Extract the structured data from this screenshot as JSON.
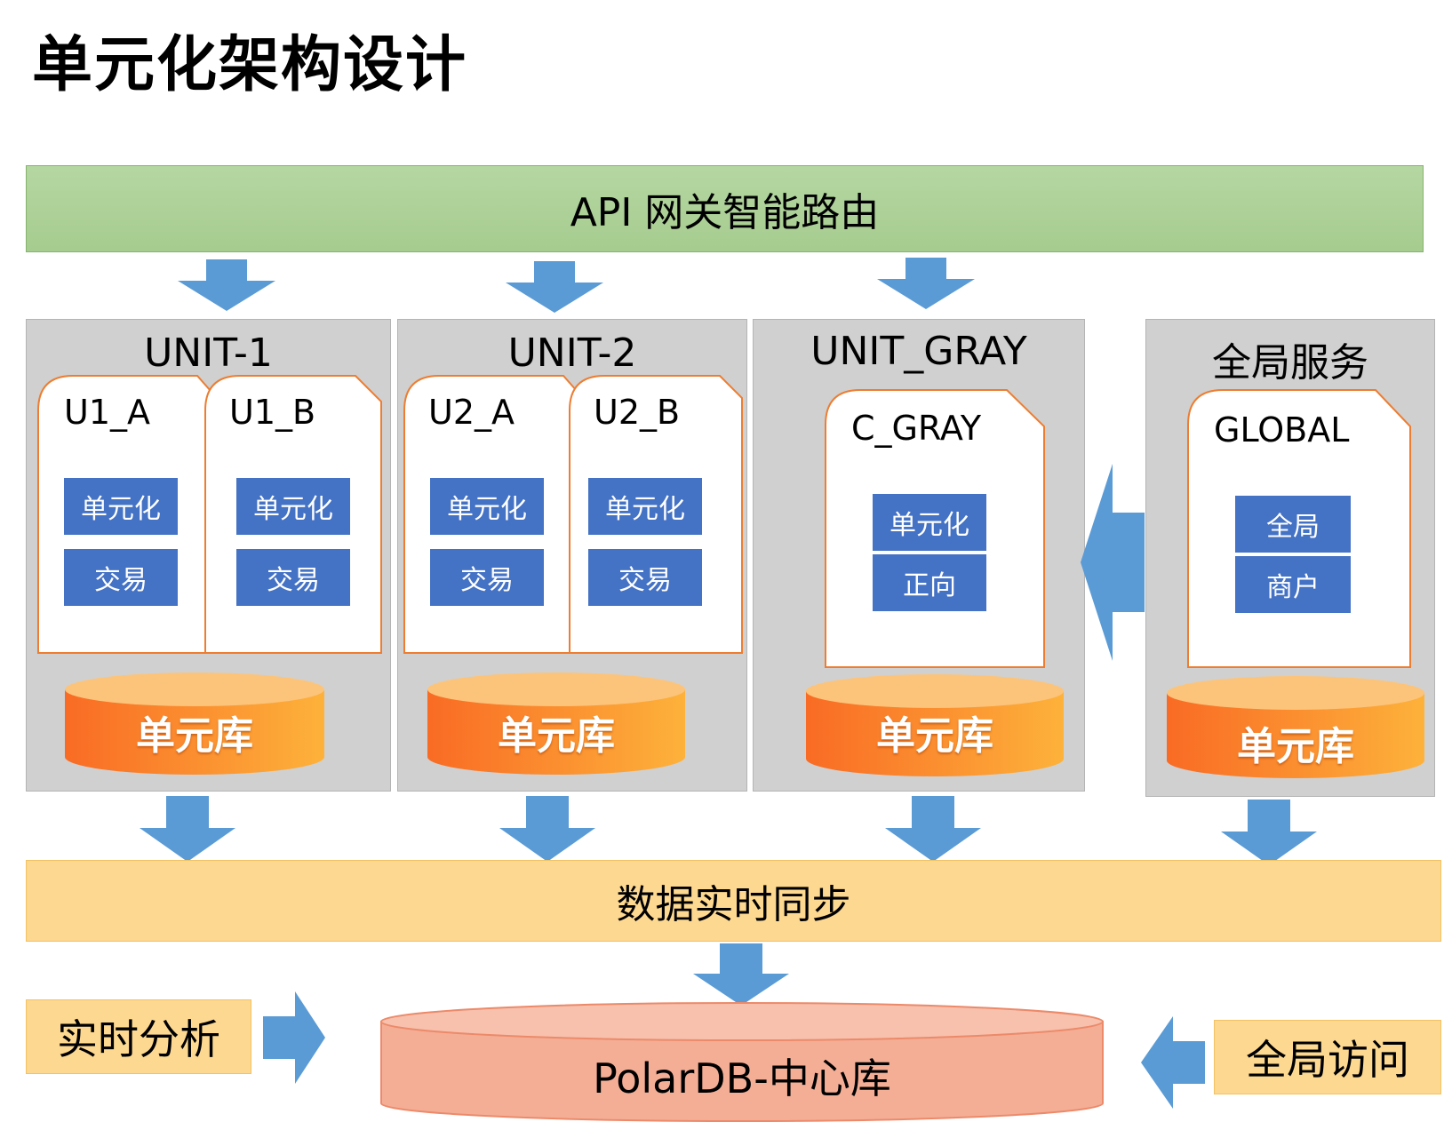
{
  "title": "单元化架构设计",
  "gateway_label": "API 网关智能路由",
  "sync_label": "数据实时同步",
  "units": [
    {
      "label": "UNIT-1",
      "docs": [
        {
          "label": "U1_A",
          "buttons": [
            "单元化",
            "交易"
          ]
        },
        {
          "label": "U1_B",
          "buttons": [
            "单元化",
            "交易"
          ]
        }
      ],
      "db_label": "单元库"
    },
    {
      "label": "UNIT-2",
      "docs": [
        {
          "label": "U2_A",
          "buttons": [
            "单元化",
            "交易"
          ]
        },
        {
          "label": "U2_B",
          "buttons": [
            "单元化",
            "交易"
          ]
        }
      ],
      "db_label": "单元库"
    },
    {
      "label": "UNIT_GRAY",
      "docs": [
        {
          "label": "C_GRAY",
          "buttons": [
            "单元化",
            "正向"
          ]
        }
      ],
      "db_label": "单元库"
    },
    {
      "label": "全局服务",
      "docs": [
        {
          "label": "GLOBAL",
          "buttons": [
            "全局",
            "商户"
          ]
        }
      ],
      "db_label": "单元库"
    }
  ],
  "central_db_label": "PolarDB-中心库",
  "analytics_label": "实时分析",
  "global_access_label": "全局访问",
  "colors": {
    "gateway": "#a9cf93",
    "unit_bg": "#d0d0d0",
    "doc_border": "#ed7d31",
    "blue_box": "#4472c4",
    "arrow": "#5b9bd5",
    "cylinder": "#fb8c2b",
    "sync": "#fdd891",
    "central_db": "#f4ae96"
  }
}
